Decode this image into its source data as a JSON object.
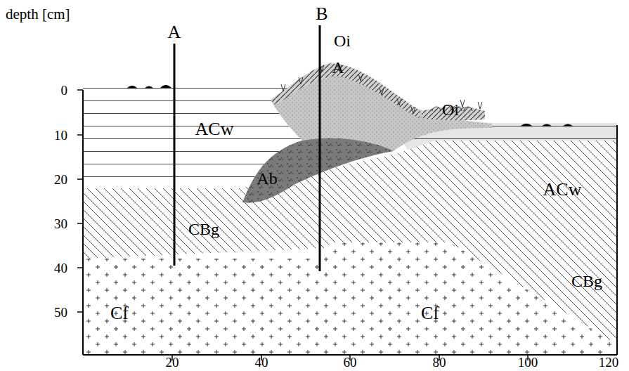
{
  "diagram": {
    "labels": [
      "depth [cm]",
      "A",
      "B",
      "0",
      "10",
      "20",
      "30",
      "40",
      "50",
      "Oi",
      "A",
      "Oi",
      "ACw",
      "Ab",
      "CBg",
      "ACw",
      "CBg",
      "Cf",
      "Cf",
      "20",
      "40",
      "60",
      "80",
      "100",
      "120"
    ]
  }
}
